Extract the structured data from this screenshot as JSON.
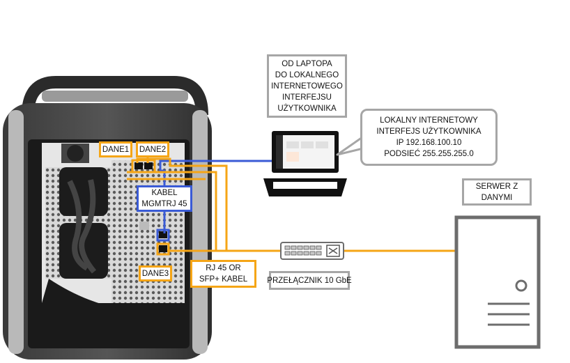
{
  "labels": {
    "laptop_note": [
      "OD LAPTOPA",
      "DO LOKALNEGO",
      "INTERNETOWEGO",
      "INTERFEJSU",
      "UŻYTKOWNIKA"
    ],
    "local_ui": [
      "LOKALNY INTERNETOWY",
      "INTERFEJS UŻYTKOWNIKA",
      "IP 192.168.100.10",
      "PODSIEĆ 255.255.255.0"
    ],
    "data1": "DANE1",
    "data2": "DANE2",
    "data3": "DANE3",
    "mgmt_cable": [
      "KABEL",
      "MGMTRJ 45"
    ],
    "rj45_cable": [
      "RJ 45 OR",
      "SFP+ KABEL"
    ],
    "switch": "PRZEŁĄCZNIK 10 GbE",
    "server": [
      "SERWER Z",
      "DANYMI"
    ]
  },
  "colors": {
    "data_cable": "#f5a516",
    "mgmt_cable": "#3a5bd6",
    "box_border": "#a6a6a6"
  },
  "icons": {
    "device": "appliance-icon",
    "laptop": "laptop-icon",
    "switch": "network-switch-icon",
    "server": "server-icon"
  }
}
